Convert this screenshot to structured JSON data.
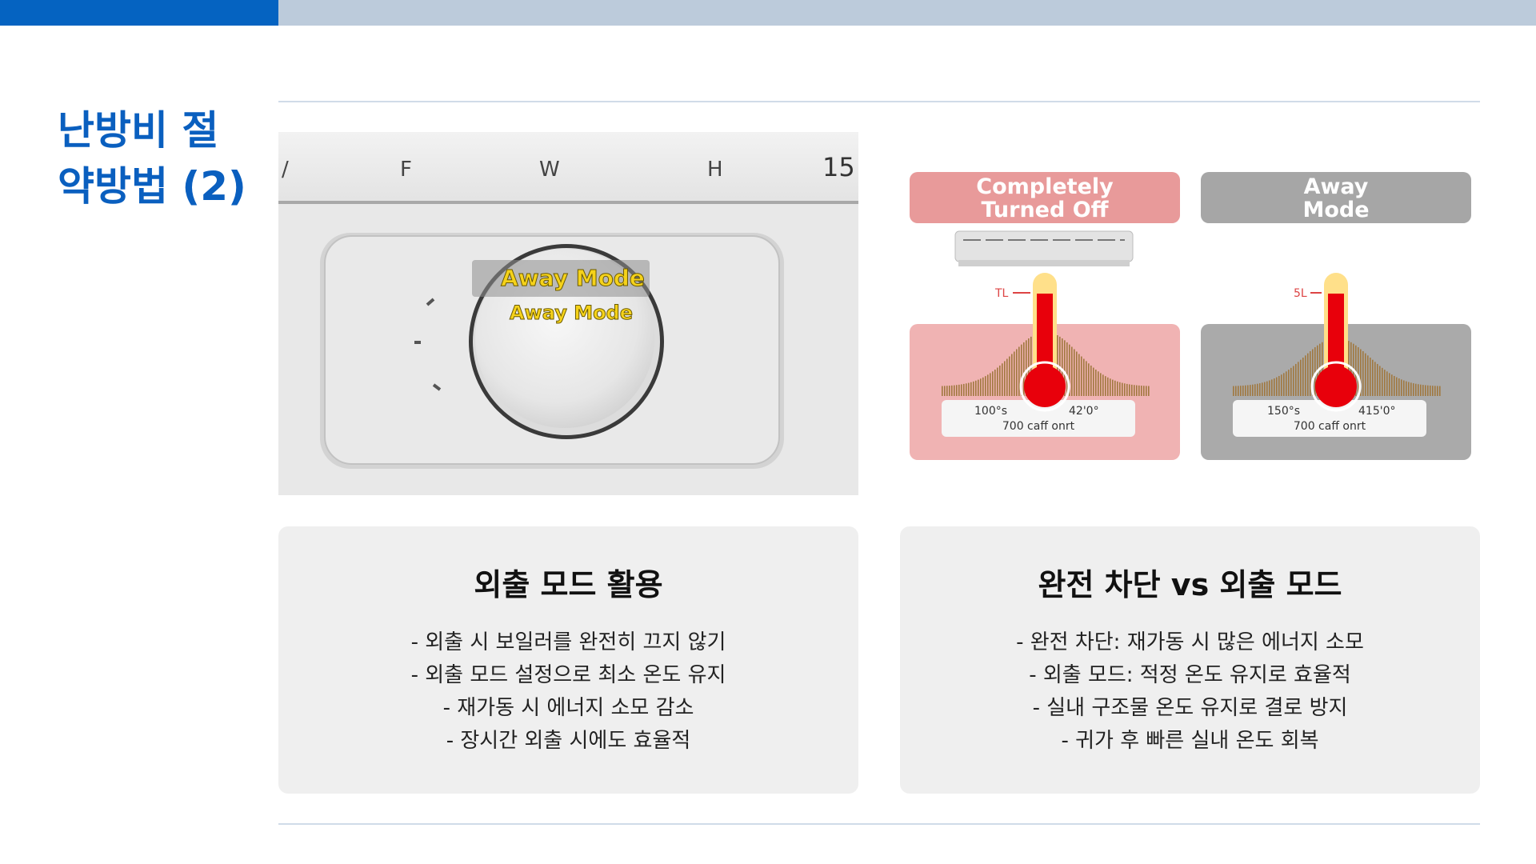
{
  "header": {
    "accent_color": "#0563c1",
    "bar_color": "#bccbdb"
  },
  "slide": {
    "title": "난방비 절\n약방법 (2)",
    "title_color": "#0a5fbf"
  },
  "photo": {
    "scale_labels": [
      "/",
      "F",
      "W",
      "H",
      "15"
    ],
    "overlay_line1": "Away Mode",
    "overlay_line2": "Away Mode"
  },
  "infographic": {
    "panels": [
      {
        "header": [
          "Completely",
          "Turned Off"
        ],
        "color": "#e89a9a",
        "fill": "#f0b3b3",
        "therm_label": "TL",
        "stat1": "100°s",
        "stat2": "42'0°",
        "stat3": "700 caff onrt"
      },
      {
        "header": [
          "Away",
          "Mode"
        ],
        "color": "#a6a6a6",
        "fill": "#aaaaaa",
        "therm_label": "5L",
        "stat1": "150°s",
        "stat2": "415'0°",
        "stat3": "700 caff onrt"
      }
    ]
  },
  "cards": [
    {
      "title": "외출 모드 활용",
      "items": [
        "- 외출 시 보일러를 완전히 끄지 않기",
        "- 외출 모드 설정으로 최소 온도 유지",
        "- 재가동 시 에너지 소모 감소",
        "- 장시간 외출 시에도 효율적"
      ]
    },
    {
      "title": "완전 차단 vs 외출 모드",
      "items": [
        "- 완전 차단: 재가동 시 많은 에너지 소모",
        "- 외출 모드: 적정 온도 유지로 효율적",
        "- 실내 구조물 온도 유지로 결로 방지",
        "- 귀가 후 빠른 실내 온도 회복"
      ]
    }
  ]
}
